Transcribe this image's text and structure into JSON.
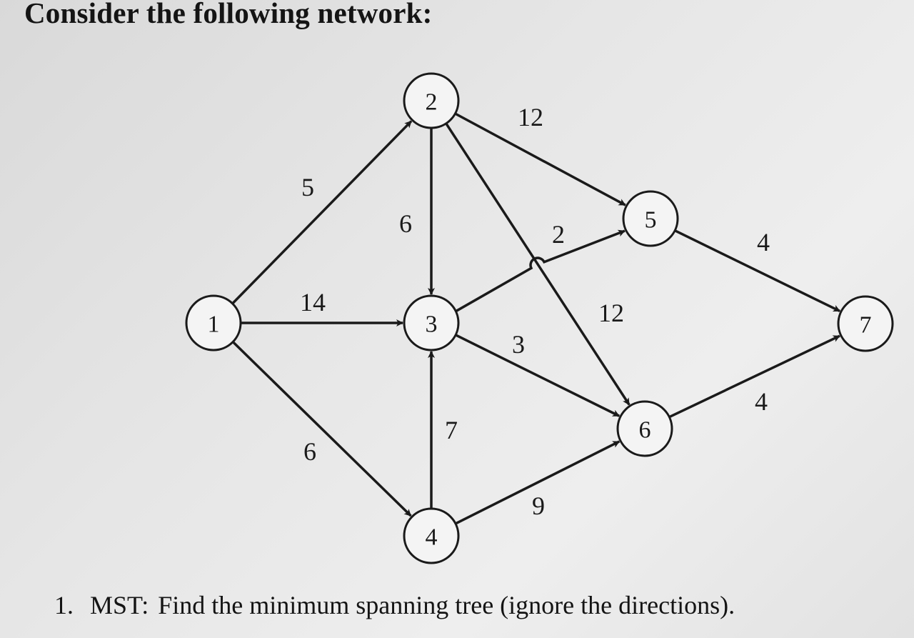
{
  "heading": "Consider the following network:",
  "question": {
    "number": "1.",
    "keyword": "MST:",
    "text": "Find the minimum spanning tree (ignore the directions)."
  },
  "nodes": [
    {
      "id": "1",
      "label": "1"
    },
    {
      "id": "2",
      "label": "2"
    },
    {
      "id": "3",
      "label": "3"
    },
    {
      "id": "4",
      "label": "4"
    },
    {
      "id": "5",
      "label": "5"
    },
    {
      "id": "6",
      "label": "6"
    },
    {
      "id": "7",
      "label": "7"
    }
  ],
  "edges": [
    {
      "from": "1",
      "to": "2",
      "weight": "5"
    },
    {
      "from": "1",
      "to": "3",
      "weight": "14"
    },
    {
      "from": "1",
      "to": "4",
      "weight": "6"
    },
    {
      "from": "2",
      "to": "3",
      "weight": "6"
    },
    {
      "from": "2",
      "to": "5",
      "weight": "12"
    },
    {
      "from": "2",
      "to": "6",
      "weight": "12"
    },
    {
      "from": "3",
      "to": "5",
      "weight": "2"
    },
    {
      "from": "3",
      "to": "6",
      "weight": "3"
    },
    {
      "from": "4",
      "to": "3",
      "weight": "7"
    },
    {
      "from": "4",
      "to": "6",
      "weight": "9"
    },
    {
      "from": "5",
      "to": "7",
      "weight": "4"
    },
    {
      "from": "6",
      "to": "7",
      "weight": "4"
    }
  ],
  "colors": {
    "ink": "#1a1a1a",
    "node_fill": "#f4f4f4"
  }
}
